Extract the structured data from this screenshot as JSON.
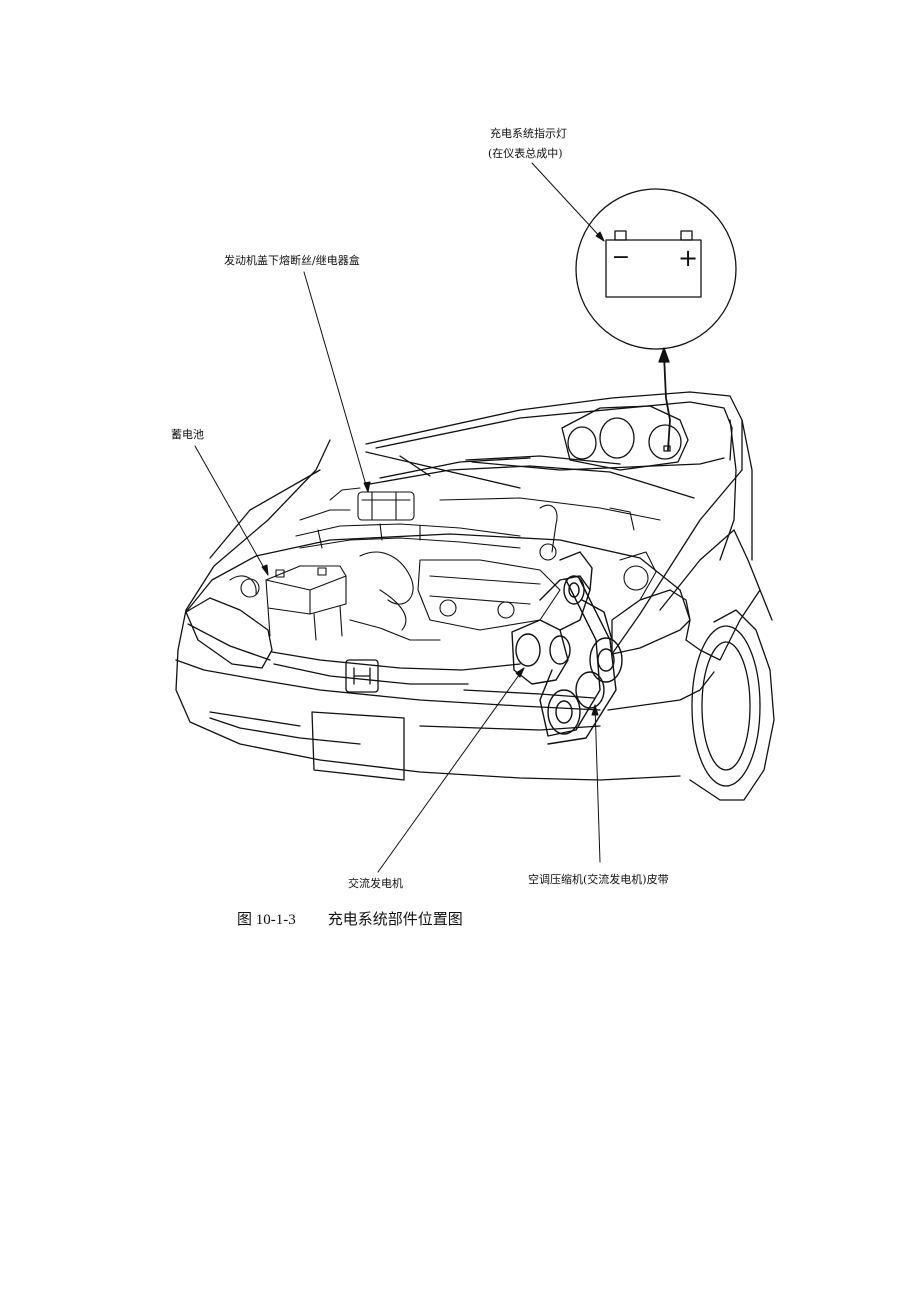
{
  "labels": {
    "indicator_line1": "充电系统指示灯",
    "indicator_line2": "(在仪表总成中)",
    "fuse_box": "发动机盖下熔断丝/继电器盒",
    "battery": "蓄电池",
    "alternator": "交流发电机",
    "belt": "空调压缩机(交流发电机)皮带"
  },
  "indicator_symbols": {
    "minus": "−",
    "plus": "+"
  },
  "caption": {
    "number": "图 10-1-3",
    "title": "充电系统部件位置图"
  }
}
